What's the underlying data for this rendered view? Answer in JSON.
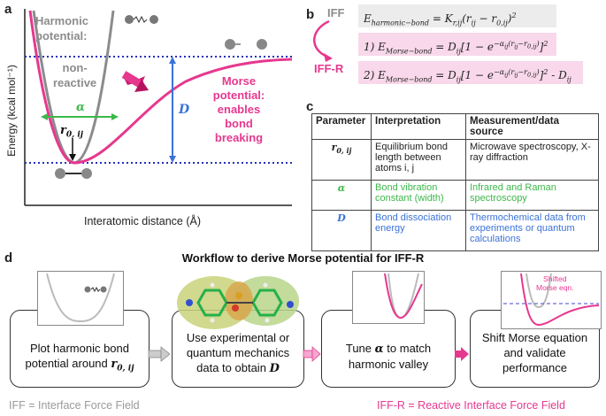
{
  "panels": {
    "a": "a",
    "b": "b",
    "c": "c",
    "d": "d"
  },
  "panel_a": {
    "ylabel": "Energy (kcal mol⁻¹)",
    "xlabel": "Interatomic distance (Å)",
    "harmonic_label": [
      "Harmonic",
      "potential:"
    ],
    "nonreactive_label": [
      "non-",
      "reactive"
    ],
    "morse_label": [
      "Morse",
      "potential:",
      "enables",
      "bond",
      "breaking"
    ],
    "alpha": "α",
    "D": "D",
    "r0_main": "r",
    "r0_sub": "0, ij",
    "colors": {
      "harmonic": "#8c8c8c",
      "morse": "#e6388f",
      "alpha": "#3cb84a",
      "D": "#3a72d8",
      "dotted": "#2430c0"
    }
  },
  "panel_b": {
    "iff": "IFF",
    "iffr": "IFF-R",
    "eq_harmonic": "Eₕₐᵣₘₒₙᵢ꜀₋ᵦₒₙᵈ = Kᵣ,ᵢⱼ(rᵢⱼ − r₀,ᵢⱼ)²",
    "eq1": "1) Eₘₒᵣₛₑ₋ᵦₒₙᵈ = Dᵢⱼ[1 − e^{−αᵢⱼ(rᵢⱼ − r₀,ᵢⱼ)}]²",
    "eq2": "2) Eₘₒᵣₛₑ₋ᵦₒₙᵈ = Dᵢⱼ[1 − e^{−αᵢⱼ(rᵢⱼ − r₀,ᵢⱼ)}]² - Dᵢⱼ"
  },
  "panel_c": {
    "headers": [
      "Parameter",
      "Interpretation",
      "Measurement/data source"
    ],
    "rows": [
      {
        "param": "r",
        "param_sub": "0, ij",
        "interp": "Equilibrium bond length between atoms i, j",
        "source": "Microwave spectroscopy, X-ray diffraction",
        "color": "#222222"
      },
      {
        "param": "α",
        "param_sub": "",
        "interp": "Bond vibration constant (width)",
        "source": "Infrared and Raman spectroscopy",
        "color": "#3cb84a"
      },
      {
        "param": "D",
        "param_sub": "",
        "interp": "Bond dissociation energy",
        "source": "Thermochemical data from experiments or quantum calculations",
        "color": "#3a72d8"
      }
    ]
  },
  "panel_d": {
    "title": "Workflow to derive Morse potential for IFF-R",
    "steps": [
      {
        "lines": [
          "Plot harmonic bond",
          "potential around"
        ],
        "emph": "r",
        "emph_sub": "0, ij"
      },
      {
        "lines": [
          "Use experimental or",
          "quantum mechanics",
          "data to obtain"
        ],
        "emph": "D",
        "emph_sub": ""
      },
      {
        "lines": [
          "Tune",
          "to match",
          "harmonic valley"
        ],
        "emph": "α",
        "emph_sub": ""
      },
      {
        "lines": [
          "Shift Morse equation",
          "and validate",
          "performance"
        ],
        "emph": "",
        "emph_sub": ""
      }
    ],
    "shifted_label": [
      "Shifted",
      "Morse eqn."
    ],
    "footer_left": "IFF = Interface Force Field",
    "footer_right": "IFF-R = Reactive Interface Force Field"
  }
}
